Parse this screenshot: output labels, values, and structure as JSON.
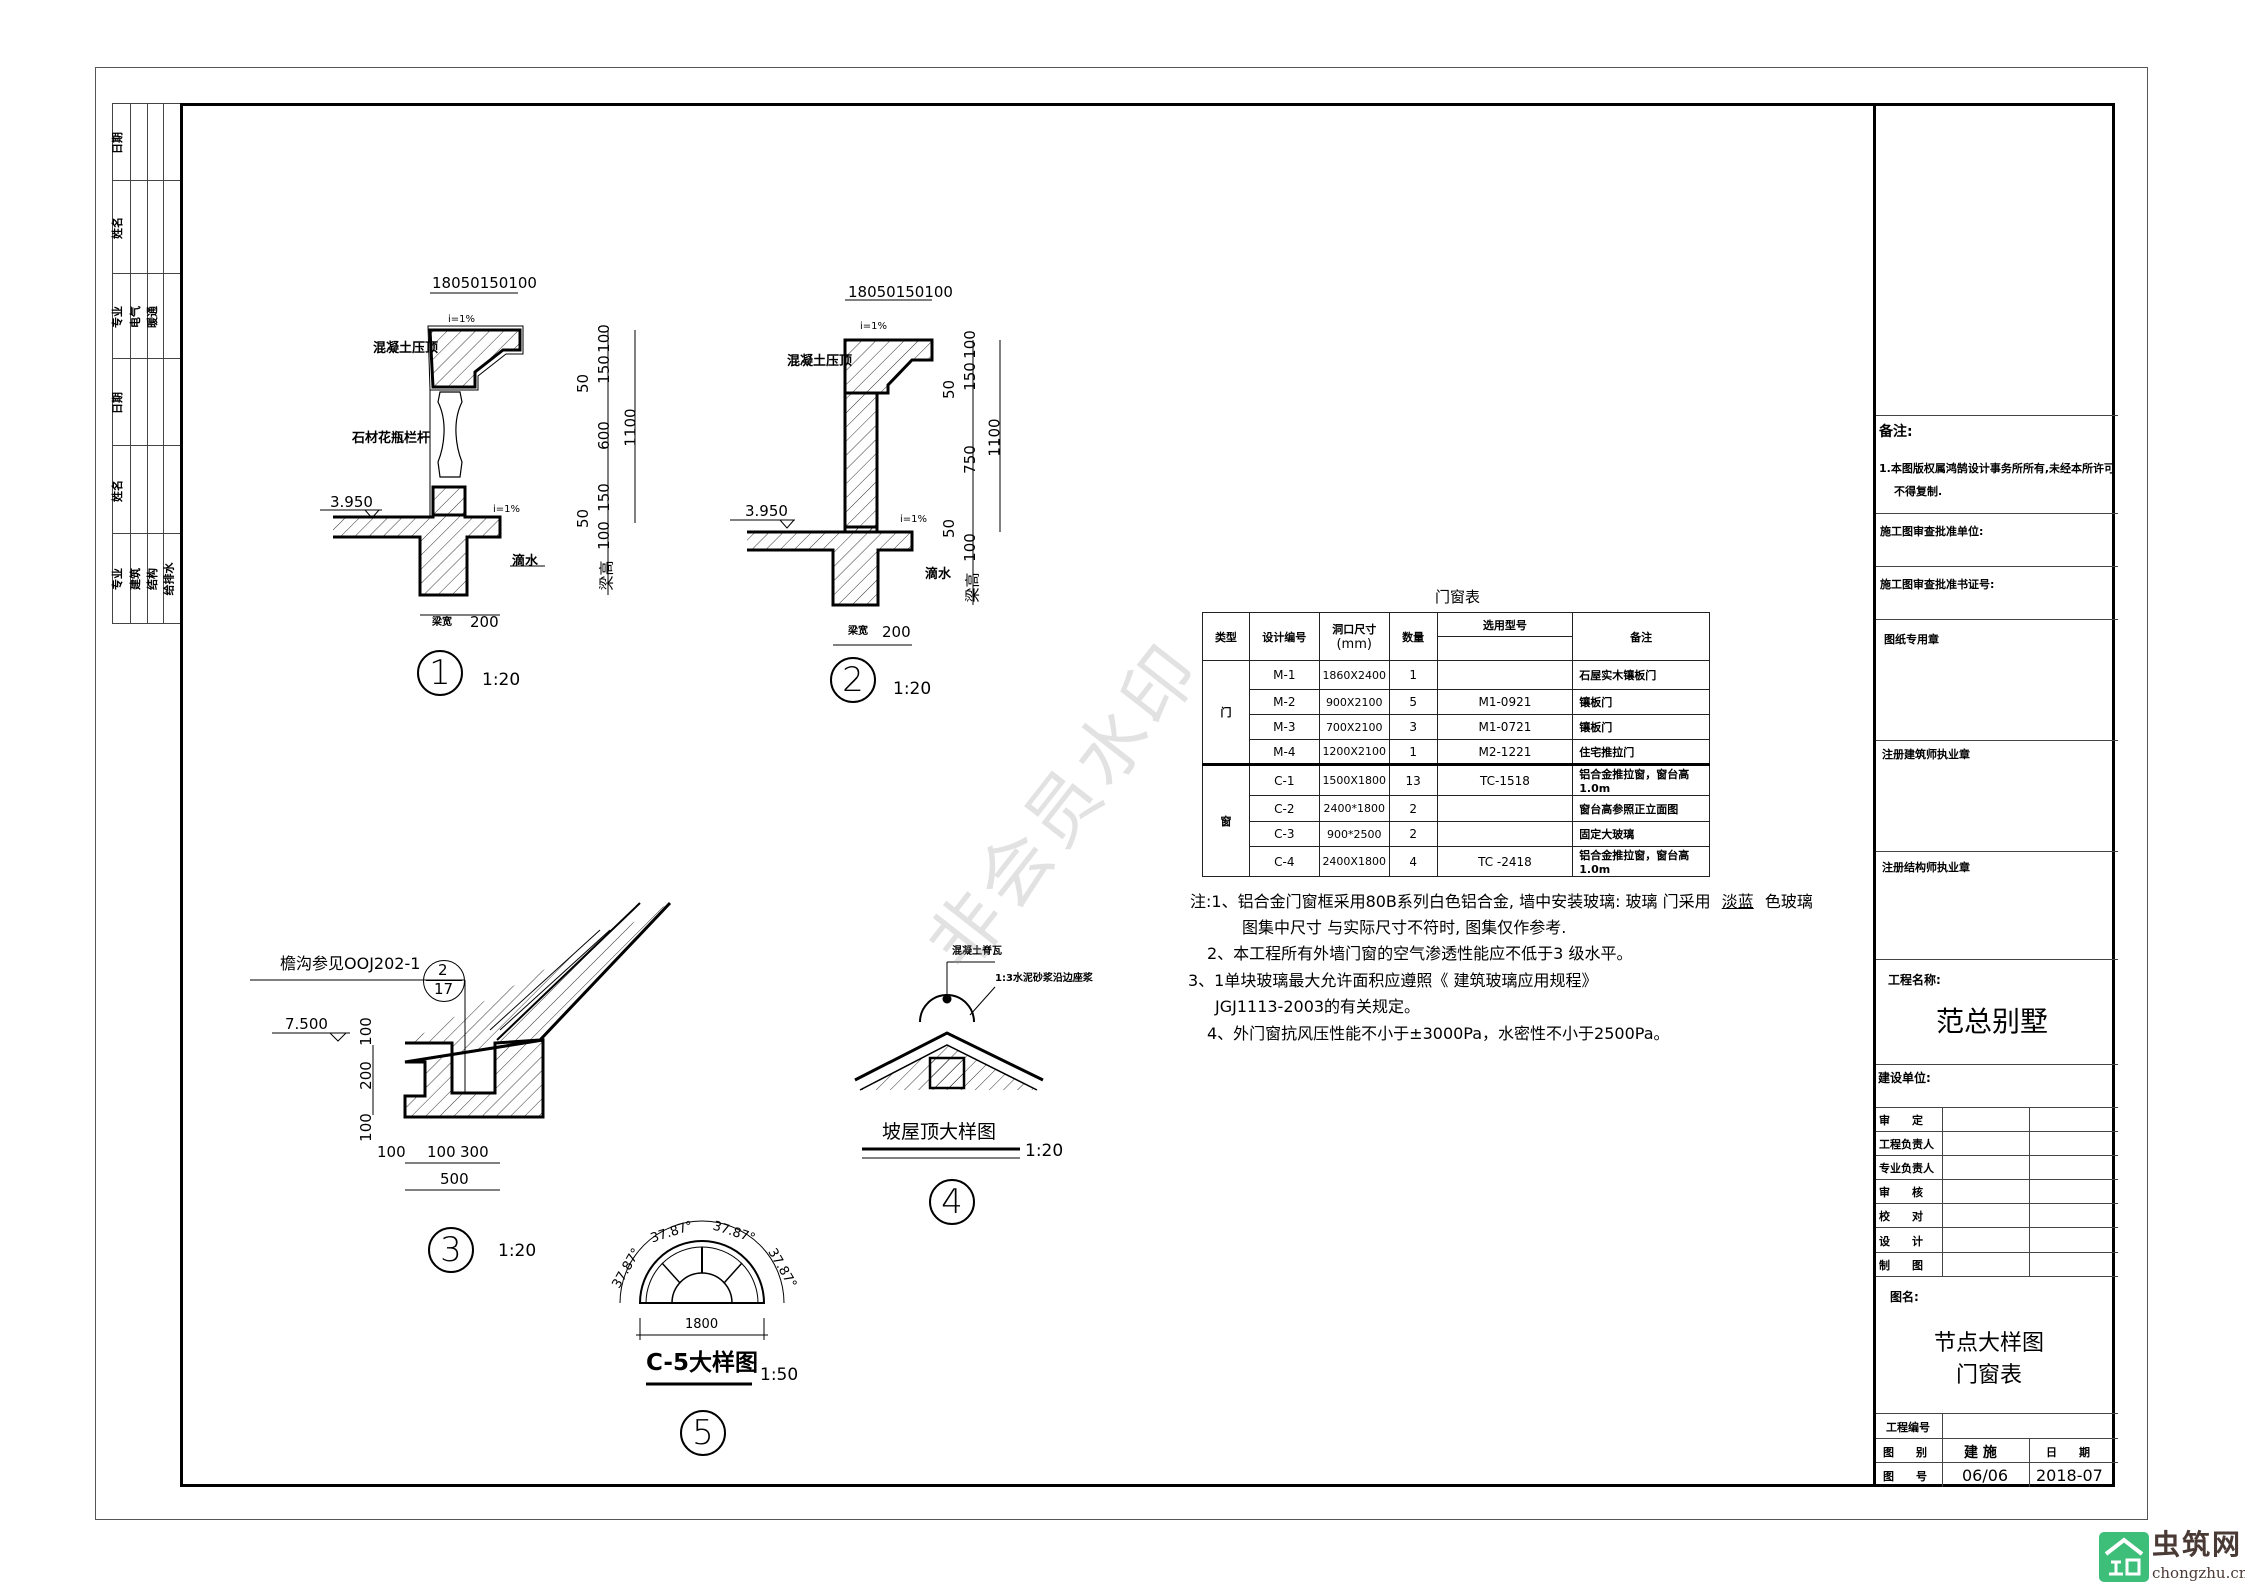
{
  "left_strip": {
    "labels_col1": [
      "日期",
      "姓名",
      "专业",
      "日期",
      "姓名",
      "专业"
    ],
    "col2": [
      "电气",
      "建筑"
    ],
    "col3": [
      "暖通",
      "结构"
    ],
    "col4": [
      "给排水"
    ]
  },
  "detail1": {
    "top_dims": "18050150100",
    "slope": "i=1%",
    "slope2": "i=1%",
    "coping_label": "混凝土压顶",
    "baluster_label": "石材花瓶栏杆",
    "elevation": "3.950",
    "drip_label": "滴水",
    "right_dims": [
      "100",
      "150",
      "50",
      "600",
      "150",
      "50",
      "100"
    ],
    "total": "1100",
    "beam_height": "梁高",
    "beam_width": "梁宽",
    "width_dim": "200",
    "number": "1",
    "scale": "1:20"
  },
  "detail2": {
    "top_dims": "18050150100",
    "slope": "i=1%",
    "slope2": "i=1%",
    "coping_label": "混凝土压顶",
    "elevation": "3.950",
    "drip_label": "滴水",
    "right_dims": [
      "100",
      "150",
      "50",
      "750",
      "50",
      "100"
    ],
    "total": "1100",
    "beam_height": "梁高",
    "beam_width": "梁宽",
    "width_dim": "200",
    "number": "2",
    "scale": "1:20"
  },
  "detail3": {
    "gutter_ref": "檐沟参见OOJ202-1",
    "ref_top": "2",
    "ref_bottom": "17",
    "elevation": "7.500",
    "vdims": [
      "100",
      "200",
      "100"
    ],
    "hdims": [
      "100",
      "100",
      "300"
    ],
    "total": "500",
    "number": "3",
    "scale": "1:20"
  },
  "detail4": {
    "ridge_label": "混凝土脊瓦",
    "mortar_label": "1:3水泥砂浆沿边座浆",
    "title": "坡屋顶大样图",
    "scale": "1:20",
    "number": "4"
  },
  "detail5": {
    "angles": [
      "37.87°",
      "37.87°",
      "37.87°",
      "37.87°"
    ],
    "width": "1800",
    "title": "C-5大样图",
    "scale": "1:50",
    "number": "5"
  },
  "door_window_table": {
    "title": "门窗表",
    "headers": {
      "type": "类型",
      "code": "设计编号",
      "size": "洞口尺寸",
      "size_unit": "(mm)",
      "qty": "数量",
      "model": "选用型号",
      "remark": "备注"
    },
    "groups": [
      {
        "type": "门",
        "rows": [
          {
            "code": "M-1",
            "size": "1860X2400",
            "qty": "1",
            "model": "",
            "remark": "石屋实木镶板门"
          },
          {
            "code": "M-2",
            "size": "900X2100",
            "qty": "5",
            "model": "M1-0921",
            "remark": "镶板门"
          },
          {
            "code": "M-3",
            "size": "700X2100",
            "qty": "3",
            "model": "M1-0721",
            "remark": "镶板门"
          },
          {
            "code": "M-4",
            "size": "1200X2100",
            "qty": "1",
            "model": "M2-1221",
            "remark": "住宅推拉门"
          }
        ]
      },
      {
        "type": "窗",
        "rows": [
          {
            "code": "C-1",
            "size": "1500X1800",
            "qty": "13",
            "model": "TC-1518",
            "remark": "铝合金推拉窗，窗台高1.0m"
          },
          {
            "code": "C-2",
            "size": "2400*1800",
            "qty": "2",
            "model": "",
            "remark": "窗台高参照正立面图"
          },
          {
            "code": "C-3",
            "size": "900*2500",
            "qty": "2",
            "model": "",
            "remark": "固定大玻璃"
          },
          {
            "code": "C-4",
            "size": "2400X1800",
            "qty": "4",
            "model": "TC -2418",
            "remark": "铝合金推拉窗，窗台高1.0m"
          }
        ]
      }
    ]
  },
  "notes": {
    "l1a": "注:1、铝合金门窗框采用80B系列白色铝合金, 墙中安装玻璃: 玻璃 门采用",
    "l1_color": "淡蓝",
    "l1b": "色玻璃",
    "l1c": "图集中尺寸 与实际尺寸不符时, 图集仅作参考.",
    "l2": "2、本工程所有外墙门窗的空气渗透性能应不低于3 级水平。",
    "l3": "3、1单块玻璃最大允许面积应遵照《 建筑玻璃应用规程》",
    "l3b": "JGJ1113-2003的有关规定。",
    "l4": "4、外门窗抗风压性能不小于±3000Pa，水密性不小于2500Pa。"
  },
  "title_block": {
    "remarks_title": "备注:",
    "remarks_1": "1.本图版权属鸿鹄设计事务所所有,未经本所许可",
    "remarks_1b": "不得复制.",
    "approval_unit": "施工图审查批准单位:",
    "approval_cert": "施工图审查批准书证号:",
    "drawing_seal": "图纸专用章",
    "architect_seal": "注册建筑师执业章",
    "structural_seal": "注册结构师执业章",
    "project_name_label": "工程名称:",
    "project_name": "范总别墅",
    "client_label": "建设单位:",
    "sign_rows": [
      "审　　定",
      "工程负责人",
      "专业负责人",
      "审　　核",
      "校　　对",
      "设　　计",
      "制　　图"
    ],
    "drawing_name_label": "图名:",
    "drawing_name_1": "节点大样图",
    "drawing_name_2": "门窗表",
    "project_no_label": "工程编号",
    "category_label": "图　　别",
    "category": "建 施",
    "date_label": "日　　期",
    "sheet_label": "图　　号",
    "sheet": "06/06",
    "date": "2018-07"
  },
  "watermark": "非会员水印",
  "logo": {
    "name": "虫筑网",
    "url_text": "chongzhu.cn",
    "color": "#3dbf7a"
  }
}
